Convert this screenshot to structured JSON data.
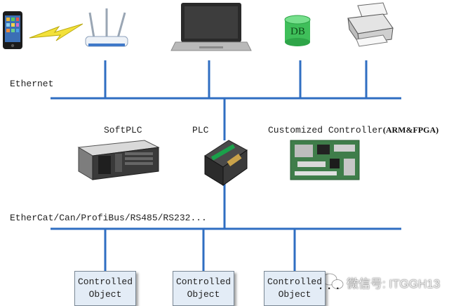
{
  "labels": {
    "ethernet": "Ethernet",
    "softplc": "SoftPLC",
    "plc": "PLC",
    "customized_controller": "Customized Controller",
    "customized_controller_note": "(ARM&FPGA)",
    "fieldbus": "EtherCat/Can/ProfiBus/RS485/RS232...",
    "db": "DB"
  },
  "objects": [
    {
      "line1": "Controlled",
      "line2": "Object"
    },
    {
      "line1": "Controlled",
      "line2": "Object"
    },
    {
      "line1": "Controlled",
      "line2": "Object"
    }
  ],
  "ellipsis": "...",
  "watermark": "微信号: ITGGH13",
  "colors": {
    "bus": "#2f6ec2",
    "box_fill": "#e3ecf6",
    "db_green": "#3fbf5a"
  }
}
